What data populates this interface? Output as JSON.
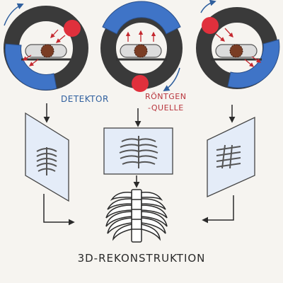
{
  "labels": {
    "detector": "DETEKTOR",
    "source_line1": "RÖNTGEN",
    "source_line2": "-QUELLE",
    "reconstruction": "3D-REKONSTRUKTION"
  },
  "colors": {
    "ring": "#3a3a3a",
    "detector": "#3f74c7",
    "source": "#e0303c",
    "arrow_red": "#c4282f",
    "projection": "#e4ecf8",
    "paper": "#f6f4f0"
  },
  "icons": [
    "rotation-arrow-icon",
    "rib-cage-icon",
    "patient-table-icon"
  ]
}
